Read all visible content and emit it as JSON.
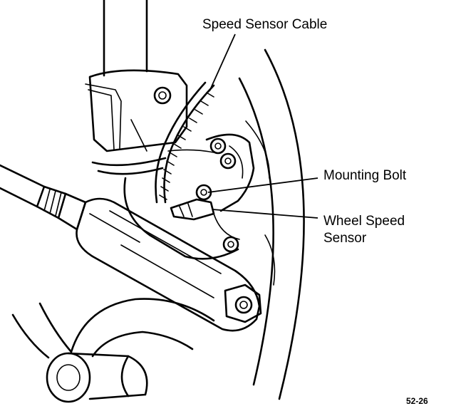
{
  "labels": {
    "speed_sensor_cable": "Speed Sensor Cable",
    "mounting_bolt": "Mounting Bolt",
    "wheel_speed_sensor_line1": "Wheel Speed",
    "wheel_speed_sensor_line2": "Sensor"
  },
  "figure_number": "52-26",
  "colors": {
    "ink": "#000000",
    "paper": "#ffffff"
  }
}
